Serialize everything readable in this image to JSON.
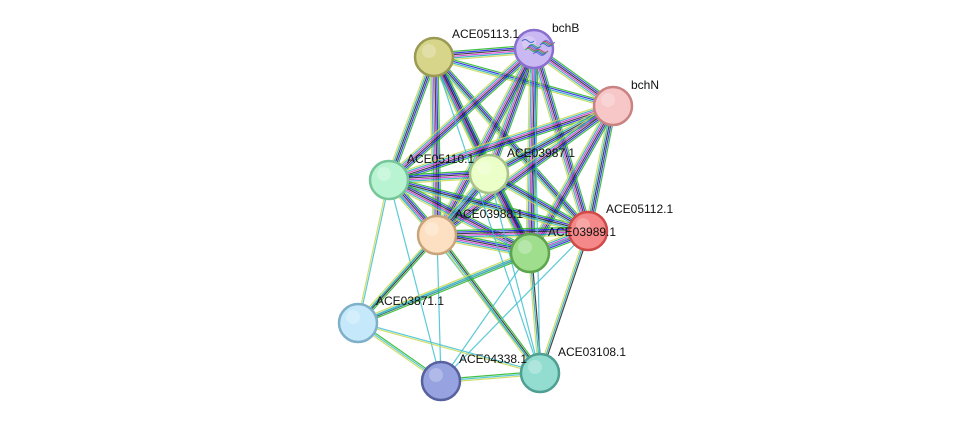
{
  "network": {
    "nodes": [
      {
        "id": "bchB",
        "label": "bchB",
        "fill": "#c9b8f2",
        "stroke": "#8a6fd0",
        "has_structure": true
      },
      {
        "id": "ACE05113.1",
        "label": "ACE05113.1",
        "fill": "#d7d58a",
        "stroke": "#9a9a55"
      },
      {
        "id": "bchN",
        "label": "bchN",
        "fill": "#f7c6c6",
        "stroke": "#c98383"
      },
      {
        "id": "ACE05110.1",
        "label": "ACE05110.1",
        "fill": "#b9f4d2",
        "stroke": "#76c69a"
      },
      {
        "id": "ACE03987.1",
        "label": "ACE03987.1",
        "fill": "#ebffc8",
        "stroke": "#a9c488"
      },
      {
        "id": "ACE03988.1",
        "label": "ACE03988.1",
        "fill": "#fde0c2",
        "stroke": "#c9a47a"
      },
      {
        "id": "ACE05112.1",
        "label": "ACE05112.1",
        "fill": "#f58888",
        "stroke": "#d04a4a"
      },
      {
        "id": "ACE03989.1",
        "label": "ACE03989.1",
        "fill": "#9ede8c",
        "stroke": "#5ea44d"
      },
      {
        "id": "ACE03871.1",
        "label": "ACE03871.1",
        "fill": "#c6e8fb",
        "stroke": "#7fb0c9"
      },
      {
        "id": "ACE04338.1",
        "label": "ACE04338.1",
        "fill": "#97a2e0",
        "stroke": "#56619e"
      },
      {
        "id": "ACE03108.1",
        "label": "ACE03108.1",
        "fill": "#93dcd0",
        "stroke": "#4f9f92"
      }
    ],
    "edge_colors": {
      "green": "#22b422",
      "blue": "#1a1ae6",
      "black": "#222222",
      "magenta": "#d030d0",
      "teal": "#20a8b8",
      "yellow": "#c8d850",
      "cyan": "#40c0d0"
    },
    "edges": [
      {
        "a": "ACE05113.1",
        "b": "bchB",
        "types": [
          "green",
          "blue",
          "black",
          "magenta",
          "teal",
          "yellow"
        ]
      },
      {
        "a": "ACE05113.1",
        "b": "bchN",
        "types": [
          "green",
          "blue",
          "teal",
          "yellow"
        ]
      },
      {
        "a": "bchB",
        "b": "bchN",
        "types": [
          "green",
          "blue",
          "black",
          "magenta",
          "teal",
          "yellow"
        ]
      },
      {
        "a": "ACE05113.1",
        "b": "ACE05110.1",
        "types": [
          "green",
          "blue",
          "black",
          "teal",
          "yellow"
        ]
      },
      {
        "a": "ACE05113.1",
        "b": "ACE03987.1",
        "types": [
          "green",
          "blue",
          "black",
          "teal",
          "yellow"
        ]
      },
      {
        "a": "ACE05113.1",
        "b": "ACE03988.1",
        "types": [
          "green",
          "blue",
          "black",
          "magenta",
          "teal",
          "yellow"
        ]
      },
      {
        "a": "ACE05113.1",
        "b": "ACE05112.1",
        "types": [
          "green",
          "blue",
          "black",
          "teal",
          "yellow"
        ]
      },
      {
        "a": "ACE05113.1",
        "b": "ACE03989.1",
        "types": [
          "green",
          "blue",
          "black",
          "magenta",
          "teal",
          "yellow"
        ]
      },
      {
        "a": "bchB",
        "b": "ACE05110.1",
        "types": [
          "green",
          "blue",
          "black",
          "magenta",
          "teal",
          "yellow"
        ]
      },
      {
        "a": "bchB",
        "b": "ACE03987.1",
        "types": [
          "green",
          "blue",
          "black",
          "magenta",
          "teal",
          "yellow"
        ]
      },
      {
        "a": "bchB",
        "b": "ACE03988.1",
        "types": [
          "green",
          "blue",
          "black",
          "magenta",
          "teal",
          "yellow"
        ]
      },
      {
        "a": "bchB",
        "b": "ACE05112.1",
        "types": [
          "green",
          "blue",
          "black",
          "magenta",
          "teal",
          "yellow"
        ]
      },
      {
        "a": "bchB",
        "b": "ACE03989.1",
        "types": [
          "green",
          "blue",
          "black",
          "magenta",
          "teal",
          "yellow"
        ]
      },
      {
        "a": "bchN",
        "b": "ACE05110.1",
        "types": [
          "green",
          "blue",
          "black",
          "magenta",
          "teal",
          "yellow"
        ]
      },
      {
        "a": "bchN",
        "b": "ACE03987.1",
        "types": [
          "green",
          "blue",
          "black",
          "teal",
          "yellow"
        ]
      },
      {
        "a": "bchN",
        "b": "ACE03988.1",
        "types": [
          "green",
          "blue",
          "black",
          "magenta",
          "teal",
          "yellow"
        ]
      },
      {
        "a": "bchN",
        "b": "ACE05112.1",
        "types": [
          "green",
          "blue",
          "black",
          "teal",
          "yellow"
        ]
      },
      {
        "a": "bchN",
        "b": "ACE03989.1",
        "types": [
          "green",
          "blue",
          "black",
          "magenta",
          "teal",
          "yellow"
        ]
      },
      {
        "a": "ACE05110.1",
        "b": "ACE03987.1",
        "types": [
          "green",
          "blue",
          "black",
          "magenta",
          "teal",
          "yellow"
        ]
      },
      {
        "a": "ACE05110.1",
        "b": "ACE03988.1",
        "types": [
          "green",
          "blue",
          "black",
          "magenta",
          "teal",
          "yellow"
        ]
      },
      {
        "a": "ACE05110.1",
        "b": "ACE05112.1",
        "types": [
          "green",
          "blue",
          "black",
          "teal",
          "yellow"
        ]
      },
      {
        "a": "ACE05110.1",
        "b": "ACE03989.1",
        "types": [
          "green",
          "blue",
          "black",
          "magenta",
          "teal",
          "yellow"
        ]
      },
      {
        "a": "ACE03987.1",
        "b": "ACE03988.1",
        "types": [
          "green",
          "blue",
          "black",
          "magenta",
          "teal",
          "yellow"
        ]
      },
      {
        "a": "ACE03987.1",
        "b": "ACE05112.1",
        "types": [
          "green",
          "blue",
          "black",
          "teal",
          "yellow"
        ]
      },
      {
        "a": "ACE03987.1",
        "b": "ACE03989.1",
        "types": [
          "green",
          "blue",
          "black",
          "magenta",
          "teal",
          "yellow"
        ]
      },
      {
        "a": "ACE03988.1",
        "b": "ACE05112.1",
        "types": [
          "green",
          "blue",
          "black",
          "magenta",
          "teal",
          "yellow"
        ]
      },
      {
        "a": "ACE03988.1",
        "b": "ACE03989.1",
        "types": [
          "green",
          "blue",
          "black",
          "magenta",
          "teal",
          "yellow"
        ]
      },
      {
        "a": "ACE05112.1",
        "b": "ACE03989.1",
        "types": [
          "green",
          "blue",
          "black",
          "magenta",
          "teal",
          "yellow"
        ]
      },
      {
        "a": "ACE05110.1",
        "b": "ACE03871.1",
        "types": [
          "cyan",
          "yellow"
        ]
      },
      {
        "a": "ACE05110.1",
        "b": "ACE04338.1",
        "types": [
          "cyan"
        ]
      },
      {
        "a": "ACE05110.1",
        "b": "ACE03108.1",
        "types": [
          "cyan"
        ]
      },
      {
        "a": "ACE03987.1",
        "b": "ACE03871.1",
        "types": [
          "cyan"
        ]
      },
      {
        "a": "ACE03987.1",
        "b": "ACE03108.1",
        "types": [
          "cyan"
        ]
      },
      {
        "a": "ACE03988.1",
        "b": "ACE03871.1",
        "types": [
          "green",
          "black",
          "teal",
          "yellow"
        ]
      },
      {
        "a": "ACE03988.1",
        "b": "ACE04338.1",
        "types": [
          "cyan"
        ]
      },
      {
        "a": "ACE03988.1",
        "b": "ACE03108.1",
        "types": [
          "green",
          "black",
          "teal",
          "yellow"
        ]
      },
      {
        "a": "ACE03989.1",
        "b": "ACE03871.1",
        "types": [
          "green",
          "black",
          "teal",
          "yellow"
        ]
      },
      {
        "a": "ACE03989.1",
        "b": "ACE04338.1",
        "types": [
          "cyan"
        ]
      },
      {
        "a": "ACE03989.1",
        "b": "ACE03108.1",
        "types": [
          "black",
          "teal",
          "yellow"
        ]
      },
      {
        "a": "ACE05112.1",
        "b": "ACE03108.1",
        "types": [
          "black",
          "teal",
          "yellow"
        ]
      },
      {
        "a": "ACE05112.1",
        "b": "ACE04338.1",
        "types": [
          "cyan"
        ]
      },
      {
        "a": "ACE05112.1",
        "b": "ACE03871.1",
        "types": [
          "cyan"
        ]
      },
      {
        "a": "ACE03871.1",
        "b": "ACE04338.1",
        "types": [
          "green",
          "cyan",
          "yellow"
        ]
      },
      {
        "a": "ACE03871.1",
        "b": "ACE03108.1",
        "types": [
          "cyan",
          "yellow"
        ]
      },
      {
        "a": "ACE04338.1",
        "b": "ACE03108.1",
        "types": [
          "green",
          "cyan",
          "yellow"
        ]
      },
      {
        "a": "ACE05113.1",
        "b": "ACE03108.1",
        "types": [
          "cyan"
        ]
      },
      {
        "a": "bchB",
        "b": "ACE03108.1",
        "types": [
          "cyan"
        ]
      }
    ]
  }
}
